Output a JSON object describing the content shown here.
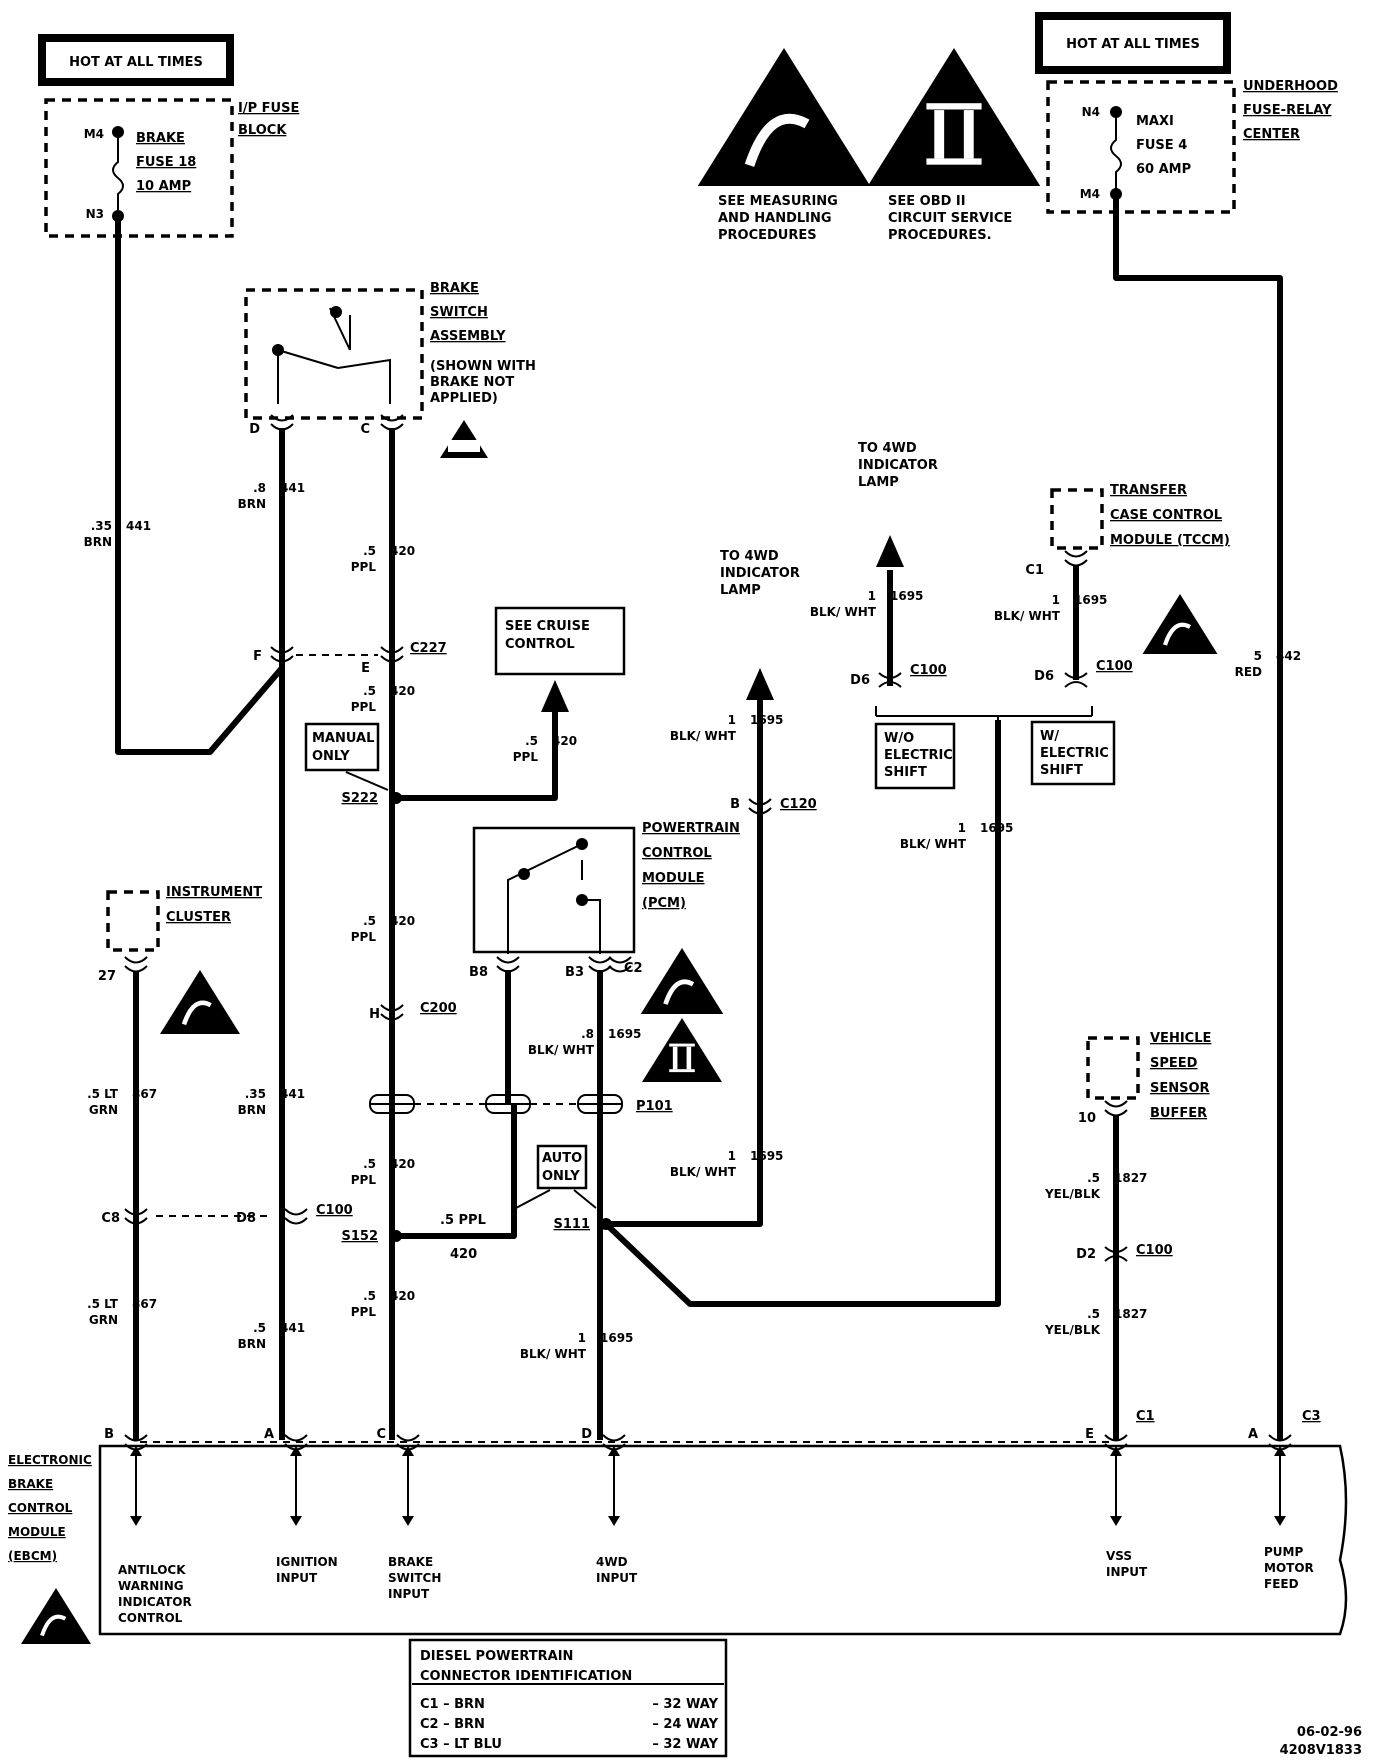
{
  "hot_left": "HOT AT ALL TIMES",
  "hot_right": "HOT AT ALL TIMES",
  "ip_fuse_block": [
    "I/P FUSE",
    "BLOCK"
  ],
  "brake_fuse": {
    "pin_top": "M4",
    "pin_bottom": "N3",
    "lines": [
      "BRAKE",
      "FUSE 18",
      "10 AMP"
    ]
  },
  "underhood": [
    "UNDERHOOD",
    "FUSE-RELAY",
    "CENTER"
  ],
  "maxi_fuse": {
    "pin_top": "N4",
    "pin_bottom": "M4",
    "lines": [
      "MAXI",
      "FUSE 4",
      "60 AMP"
    ]
  },
  "esd_warning": [
    "SEE MEASURING",
    "AND HANDLING",
    "PROCEDURES"
  ],
  "obd_warning": [
    "SEE OBD II",
    "CIRCUIT SERVICE",
    "PROCEDURES."
  ],
  "brake_switch": [
    "BRAKE",
    "SWITCH",
    "ASSEMBLY",
    "(SHOWN WITH",
    "BRAKE NOT",
    "APPLIED)"
  ],
  "brake_switch_pins": {
    "d": "D",
    "c": "C"
  },
  "see_cruise": [
    "SEE CRUISE",
    "CONTROL"
  ],
  "manual_only": [
    "MANUAL",
    "ONLY"
  ],
  "auto_only": [
    "AUTO",
    "ONLY"
  ],
  "pcm": [
    "POWERTRAIN",
    "CONTROL",
    "MODULE",
    "(PCM)"
  ],
  "pcm_pins": {
    "b8": "B8",
    "b3": "B3",
    "c2": "C2"
  },
  "to_4wd_1": [
    "TO 4WD",
    "INDICATOR",
    "LAMP"
  ],
  "to_4wd_2": [
    "TO 4WD",
    "INDICATOR",
    "LAMP"
  ],
  "tccm": [
    "TRANSFER",
    "CASE CONTROL",
    "MODULE (TCCM)"
  ],
  "tccm_pin": "C1",
  "wo_electric": [
    "W/O",
    "ELECTRIC",
    "SHIFT"
  ],
  "w_electric": [
    "W/",
    "ELECTRIC",
    "SHIFT"
  ],
  "instrument_cluster": [
    "INSTRUMENT",
    "CLUSTER"
  ],
  "cluster_pin": "27",
  "vss_buffer": [
    "VEHICLE",
    "SPEED",
    "SENSOR",
    "BUFFER"
  ],
  "vss_pin": "10",
  "connectors": {
    "c227": "C227",
    "c227_f": "F",
    "c227_e": "E",
    "c120": "C120",
    "c120_b": "B",
    "c200": "C200",
    "c200_h": "H",
    "p101": "P101",
    "c100": "C100",
    "c100_c8": "C8",
    "c100_d8": "D8",
    "c100_d6": "D6",
    "c100_d6b": "D6",
    "c100_d2": "D2"
  },
  "splices": {
    "s222": "S222",
    "s152": "S152",
    "s111": "S111"
  },
  "wires": {
    "w441_top": {
      "gauge": ".35",
      "color": "BRN",
      "circuit": "441"
    },
    "w441_brake": {
      "gauge": ".8",
      "color": "BRN",
      "circuit": "441"
    },
    "w441_mid": {
      "gauge": ".35",
      "color": "BRN",
      "circuit": "441"
    },
    "w441_bot": {
      "gauge": ".5",
      "color": "BRN",
      "circuit": "441"
    },
    "w420_a": {
      "gauge": ".5",
      "color": "PPL",
      "circuit": "420"
    },
    "w420_b": {
      "gauge": ".5",
      "color": "PPL",
      "circuit": "420"
    },
    "w420_cruise": {
      "gauge": ".5",
      "color": "PPL",
      "circuit": "420"
    },
    "w420_c": {
      "gauge": ".5",
      "color": "PPL",
      "circuit": "420"
    },
    "w420_d": {
      "gauge": ".5",
      "color": "PPL",
      "circuit": "420"
    },
    "w420_e": {
      "gauge": ".5",
      "color": "PPL",
      "circuit": "420"
    },
    "w420_s152": {
      "label": ".5 PPL",
      "circuit": "420"
    },
    "w1695_a": {
      "gauge": "1",
      "color": "BLK/ WHT",
      "circuit": "1695"
    },
    "w1695_b": {
      "gauge": "1",
      "color": "BLK/ WHT",
      "circuit": "1695"
    },
    "w1695_c": {
      "gauge": "1",
      "color": "BLK/ WHT",
      "circuit": "1695"
    },
    "w1695_d": {
      "gauge": "1",
      "color": "BLK/ WHT",
      "circuit": "1695"
    },
    "w1695_pcm": {
      "gauge": ".8",
      "color": "BLK/ WHT",
      "circuit": "1695"
    },
    "w1695_e": {
      "gauge": "1",
      "color": "BLK/ WHT",
      "circuit": "1695"
    },
    "w1695_f": {
      "gauge": "1",
      "color": "BLK/ WHT",
      "circuit": "1695"
    },
    "w867_a": {
      "gauge": ".5 LT",
      "color": "GRN",
      "circuit": "867"
    },
    "w867_b": {
      "gauge": ".5 LT",
      "color": "GRN",
      "circuit": "867"
    },
    "w1827_a": {
      "gauge": ".5",
      "color": "YEL/BLK",
      "circuit": "1827"
    },
    "w1827_b": {
      "gauge": ".5",
      "color": "YEL/BLK",
      "circuit": "1827"
    },
    "w442": {
      "gauge": "5",
      "color": "RED",
      "circuit": "442"
    }
  },
  "ebcm": {
    "name": [
      "ELECTRONIC",
      "BRAKE",
      "CONTROL",
      "MODULE",
      "(EBCM)"
    ],
    "pins": {
      "b": "B",
      "a": "A",
      "c": "C",
      "d": "D",
      "e": "E",
      "c1": "C1",
      "a2": "A",
      "c3": "C3"
    },
    "functions": {
      "antilock": [
        "ANTILOCK",
        "WARNING",
        "INDICATOR",
        "CONTROL"
      ],
      "ignition": [
        "IGNITION",
        "INPUT"
      ],
      "brake_sw": [
        "BRAKE",
        "SWITCH",
        "INPUT"
      ],
      "fourwd": [
        "4WD",
        "INPUT"
      ],
      "vss": [
        "VSS",
        "INPUT"
      ],
      "pump": [
        "PUMP",
        "MOTOR",
        "FEED"
      ]
    }
  },
  "legend": {
    "title": [
      "DIESEL POWERTRAIN",
      "CONNECTOR IDENTIFICATION"
    ],
    "rows": [
      {
        "id": "C1 – BRN",
        "desc": "– 32 WAY"
      },
      {
        "id": "C2 – BRN",
        "desc": "– 24 WAY"
      },
      {
        "id": "C3 – LT BLU",
        "desc": "– 32 WAY"
      }
    ]
  },
  "footer": [
    "06-02-96",
    "4208V1833"
  ]
}
